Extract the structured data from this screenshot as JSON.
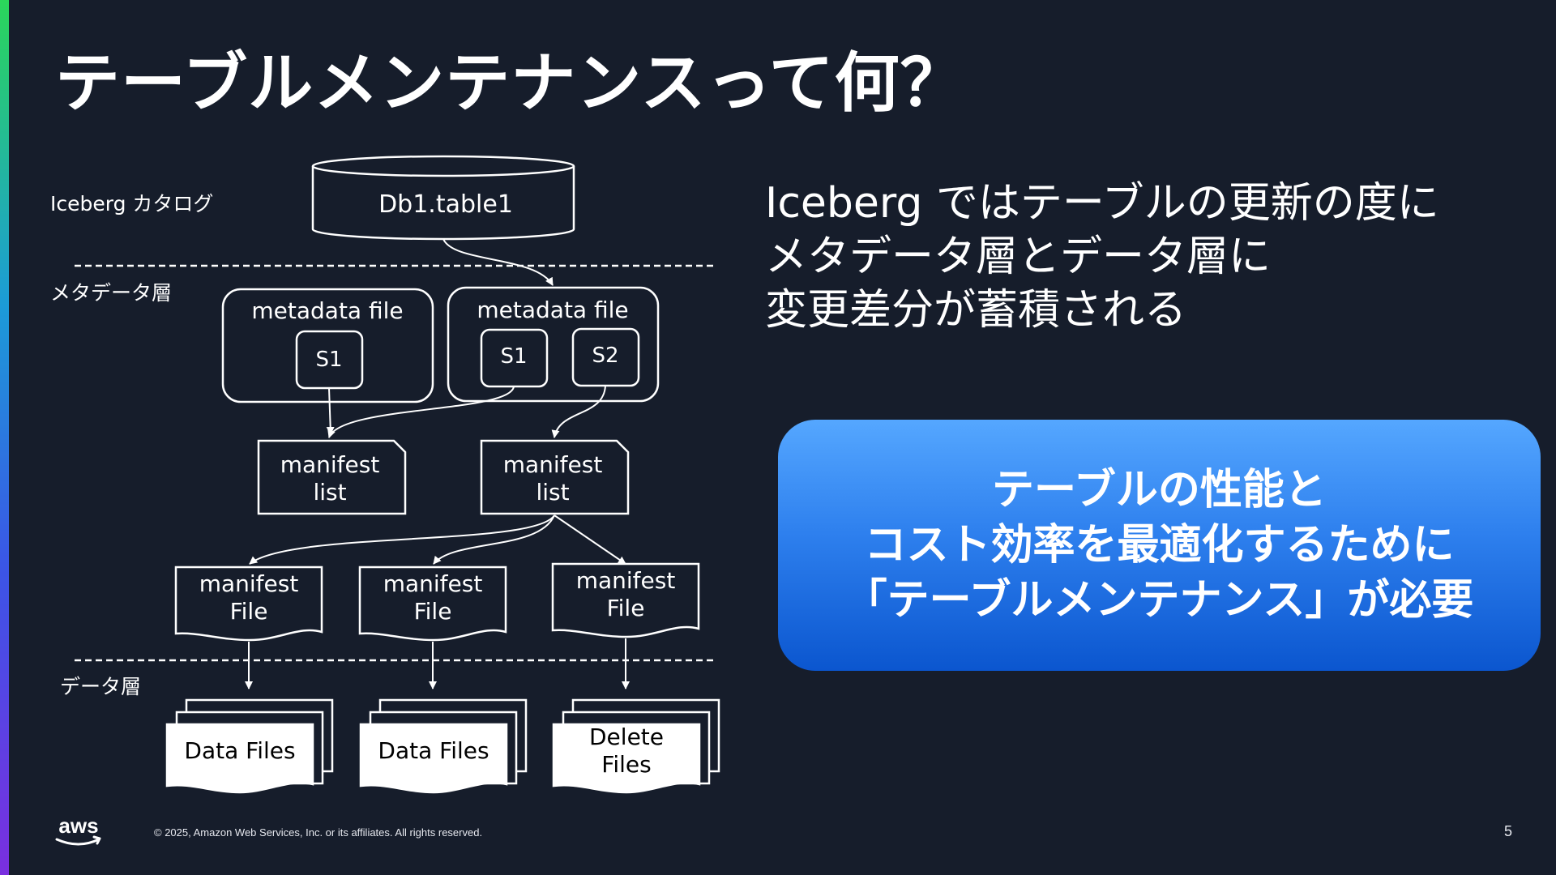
{
  "slide": {
    "title": "テーブルメンテナンスって何？",
    "page_number": "5",
    "copyright": "© 2025, Amazon Web Services, Inc. or its affiliates. All rights reserved.",
    "logo_text": "aws"
  },
  "diagram": {
    "layers": {
      "catalog": "Iceberg カタログ",
      "metadata": "メタデータ層",
      "data": "データ層"
    },
    "table": "Db1.table1",
    "metadata_files": [
      {
        "label": "metadata file",
        "snapshots": [
          "S1"
        ]
      },
      {
        "label": "metadata file",
        "snapshots": [
          "S1",
          "S2"
        ]
      }
    ],
    "manifest_lists": [
      {
        "line1": "manifest",
        "line2": "list"
      },
      {
        "line1": "manifest",
        "line2": "list"
      }
    ],
    "manifest_files": [
      {
        "line1": "manifest",
        "line2": "File"
      },
      {
        "line1": "manifest",
        "line2": "File"
      },
      {
        "line1": "manifest",
        "line2": "File"
      }
    ],
    "data_stacks": [
      {
        "line1": "Data Files",
        "line2": ""
      },
      {
        "line1": "Data Files",
        "line2": ""
      },
      {
        "line1": "Delete",
        "line2": "Files"
      }
    ]
  },
  "description": {
    "lines": [
      "Iceberg ではテーブルの更新の度に",
      "メタデータ層とデータ層に",
      "変更差分が蓄積される"
    ]
  },
  "callout": {
    "lines": [
      "テーブルの性能と",
      "コスト効率を最適化するために",
      "「テーブルメンテナンス」が必要"
    ]
  }
}
